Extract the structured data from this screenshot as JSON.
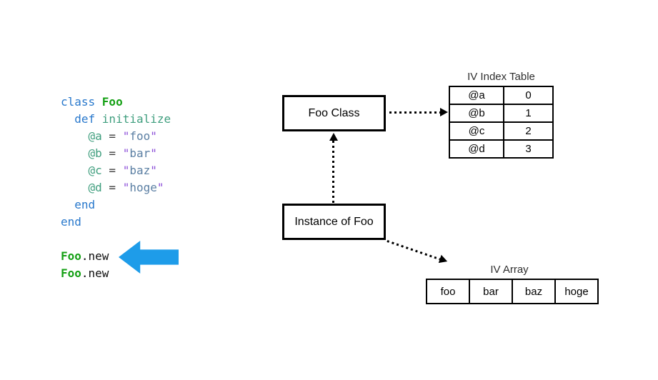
{
  "colors": {
    "keyword": "#2878CC",
    "classname": "#14A014",
    "method": "#3F9E7E",
    "ivar": "#3F9E7E",
    "operator": "#3F3F3F",
    "quote": "#8C4FD8",
    "string": "#5B7FA3",
    "plain": "#111111",
    "arrow_blue": "#1E9CE9",
    "diagram_line": "#000000",
    "label_text": "#2F2F2F",
    "background": "#FFFFFF"
  },
  "code": {
    "lines": [
      [
        {
          "t": "class ",
          "c": "keyword"
        },
        {
          "t": "Foo",
          "c": "classname"
        }
      ],
      [
        {
          "t": "  ",
          "c": "plain"
        },
        {
          "t": "def ",
          "c": "keyword"
        },
        {
          "t": "initialize",
          "c": "method"
        }
      ],
      [
        {
          "t": "    ",
          "c": "plain"
        },
        {
          "t": "@a",
          "c": "ivar"
        },
        {
          "t": " = ",
          "c": "operator"
        },
        {
          "t": "\"",
          "c": "quote"
        },
        {
          "t": "foo",
          "c": "string"
        },
        {
          "t": "\"",
          "c": "quote"
        }
      ],
      [
        {
          "t": "    ",
          "c": "plain"
        },
        {
          "t": "@b",
          "c": "ivar"
        },
        {
          "t": " = ",
          "c": "operator"
        },
        {
          "t": "\"",
          "c": "quote"
        },
        {
          "t": "bar",
          "c": "string"
        },
        {
          "t": "\"",
          "c": "quote"
        }
      ],
      [
        {
          "t": "    ",
          "c": "plain"
        },
        {
          "t": "@c",
          "c": "ivar"
        },
        {
          "t": " = ",
          "c": "operator"
        },
        {
          "t": "\"",
          "c": "quote"
        },
        {
          "t": "baz",
          "c": "string"
        },
        {
          "t": "\"",
          "c": "quote"
        }
      ],
      [
        {
          "t": "    ",
          "c": "plain"
        },
        {
          "t": "@d",
          "c": "ivar"
        },
        {
          "t": " = ",
          "c": "operator"
        },
        {
          "t": "\"",
          "c": "quote"
        },
        {
          "t": "hoge",
          "c": "string"
        },
        {
          "t": "\"",
          "c": "quote"
        }
      ],
      [
        {
          "t": "  end",
          "c": "keyword"
        }
      ],
      [
        {
          "t": "end",
          "c": "keyword"
        }
      ],
      [],
      [
        {
          "t": "Foo",
          "c": "classname"
        },
        {
          "t": ".new",
          "c": "plain"
        }
      ],
      [
        {
          "t": "Foo",
          "c": "classname"
        },
        {
          "t": ".new",
          "c": "plain"
        }
      ]
    ]
  },
  "diagram": {
    "foo_class_box": "Foo Class",
    "instance_box": "Instance of Foo",
    "iv_index_table": {
      "title": "IV Index Table",
      "rows": [
        [
          "@a",
          "0"
        ],
        [
          "@b",
          "1"
        ],
        [
          "@c",
          "2"
        ],
        [
          "@d",
          "3"
        ]
      ]
    },
    "iv_array": {
      "title": "IV Array",
      "cells": [
        "foo",
        "bar",
        "baz",
        "hoge"
      ]
    }
  }
}
